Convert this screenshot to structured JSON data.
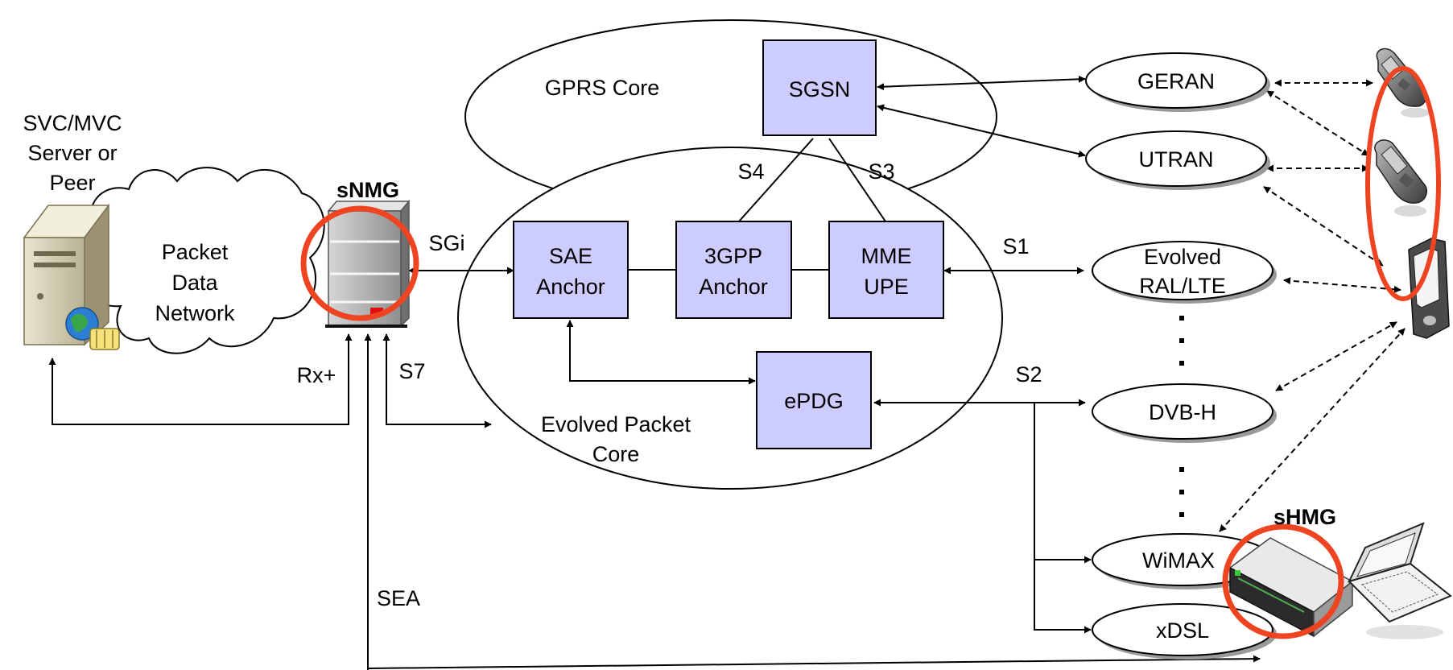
{
  "labels": {
    "server": [
      "SVC/MVC",
      "Server or",
      "Peer"
    ],
    "pdn": [
      "Packet",
      "Data",
      "Network"
    ],
    "snmg": "sNMG",
    "gprs_core": "GPRS Core",
    "sgsn": "SGSN",
    "s4": "S4",
    "s3": "S3",
    "sgi": "SGi",
    "sae_anchor": [
      "SAE",
      "Anchor"
    ],
    "gpp_anchor": [
      "3GPP",
      "Anchor"
    ],
    "mme_upe": [
      "MME",
      "UPE"
    ],
    "s1": "S1",
    "epdg": "ePDG",
    "s2": "S2",
    "evolved_packet_core": [
      "Evolved Packet",
      "Core"
    ],
    "rx_plus": "Rx+",
    "s7": "S7",
    "sea": "SEA",
    "geran": "GERAN",
    "utran": "UTRAN",
    "evolved_ral": [
      "Evolved",
      "RAL/LTE"
    ],
    "dvbh": "DVB-H",
    "wimax": "WiMAX",
    "xdsl": "xDSL",
    "shmg": "sHMG"
  },
  "colors": {
    "node_fill": "#ccccff",
    "highlight": "#ee4422",
    "line": "#000000"
  },
  "icons": {
    "server": "server-globe-icon",
    "snmg_device": "network-server-icon",
    "phone_1": "mobile-phone-icon",
    "phone_2": "mobile-phone-icon",
    "pda": "pda-icon",
    "shmg_device": "home-gateway-router-icon",
    "laptop": "laptop-icon"
  }
}
